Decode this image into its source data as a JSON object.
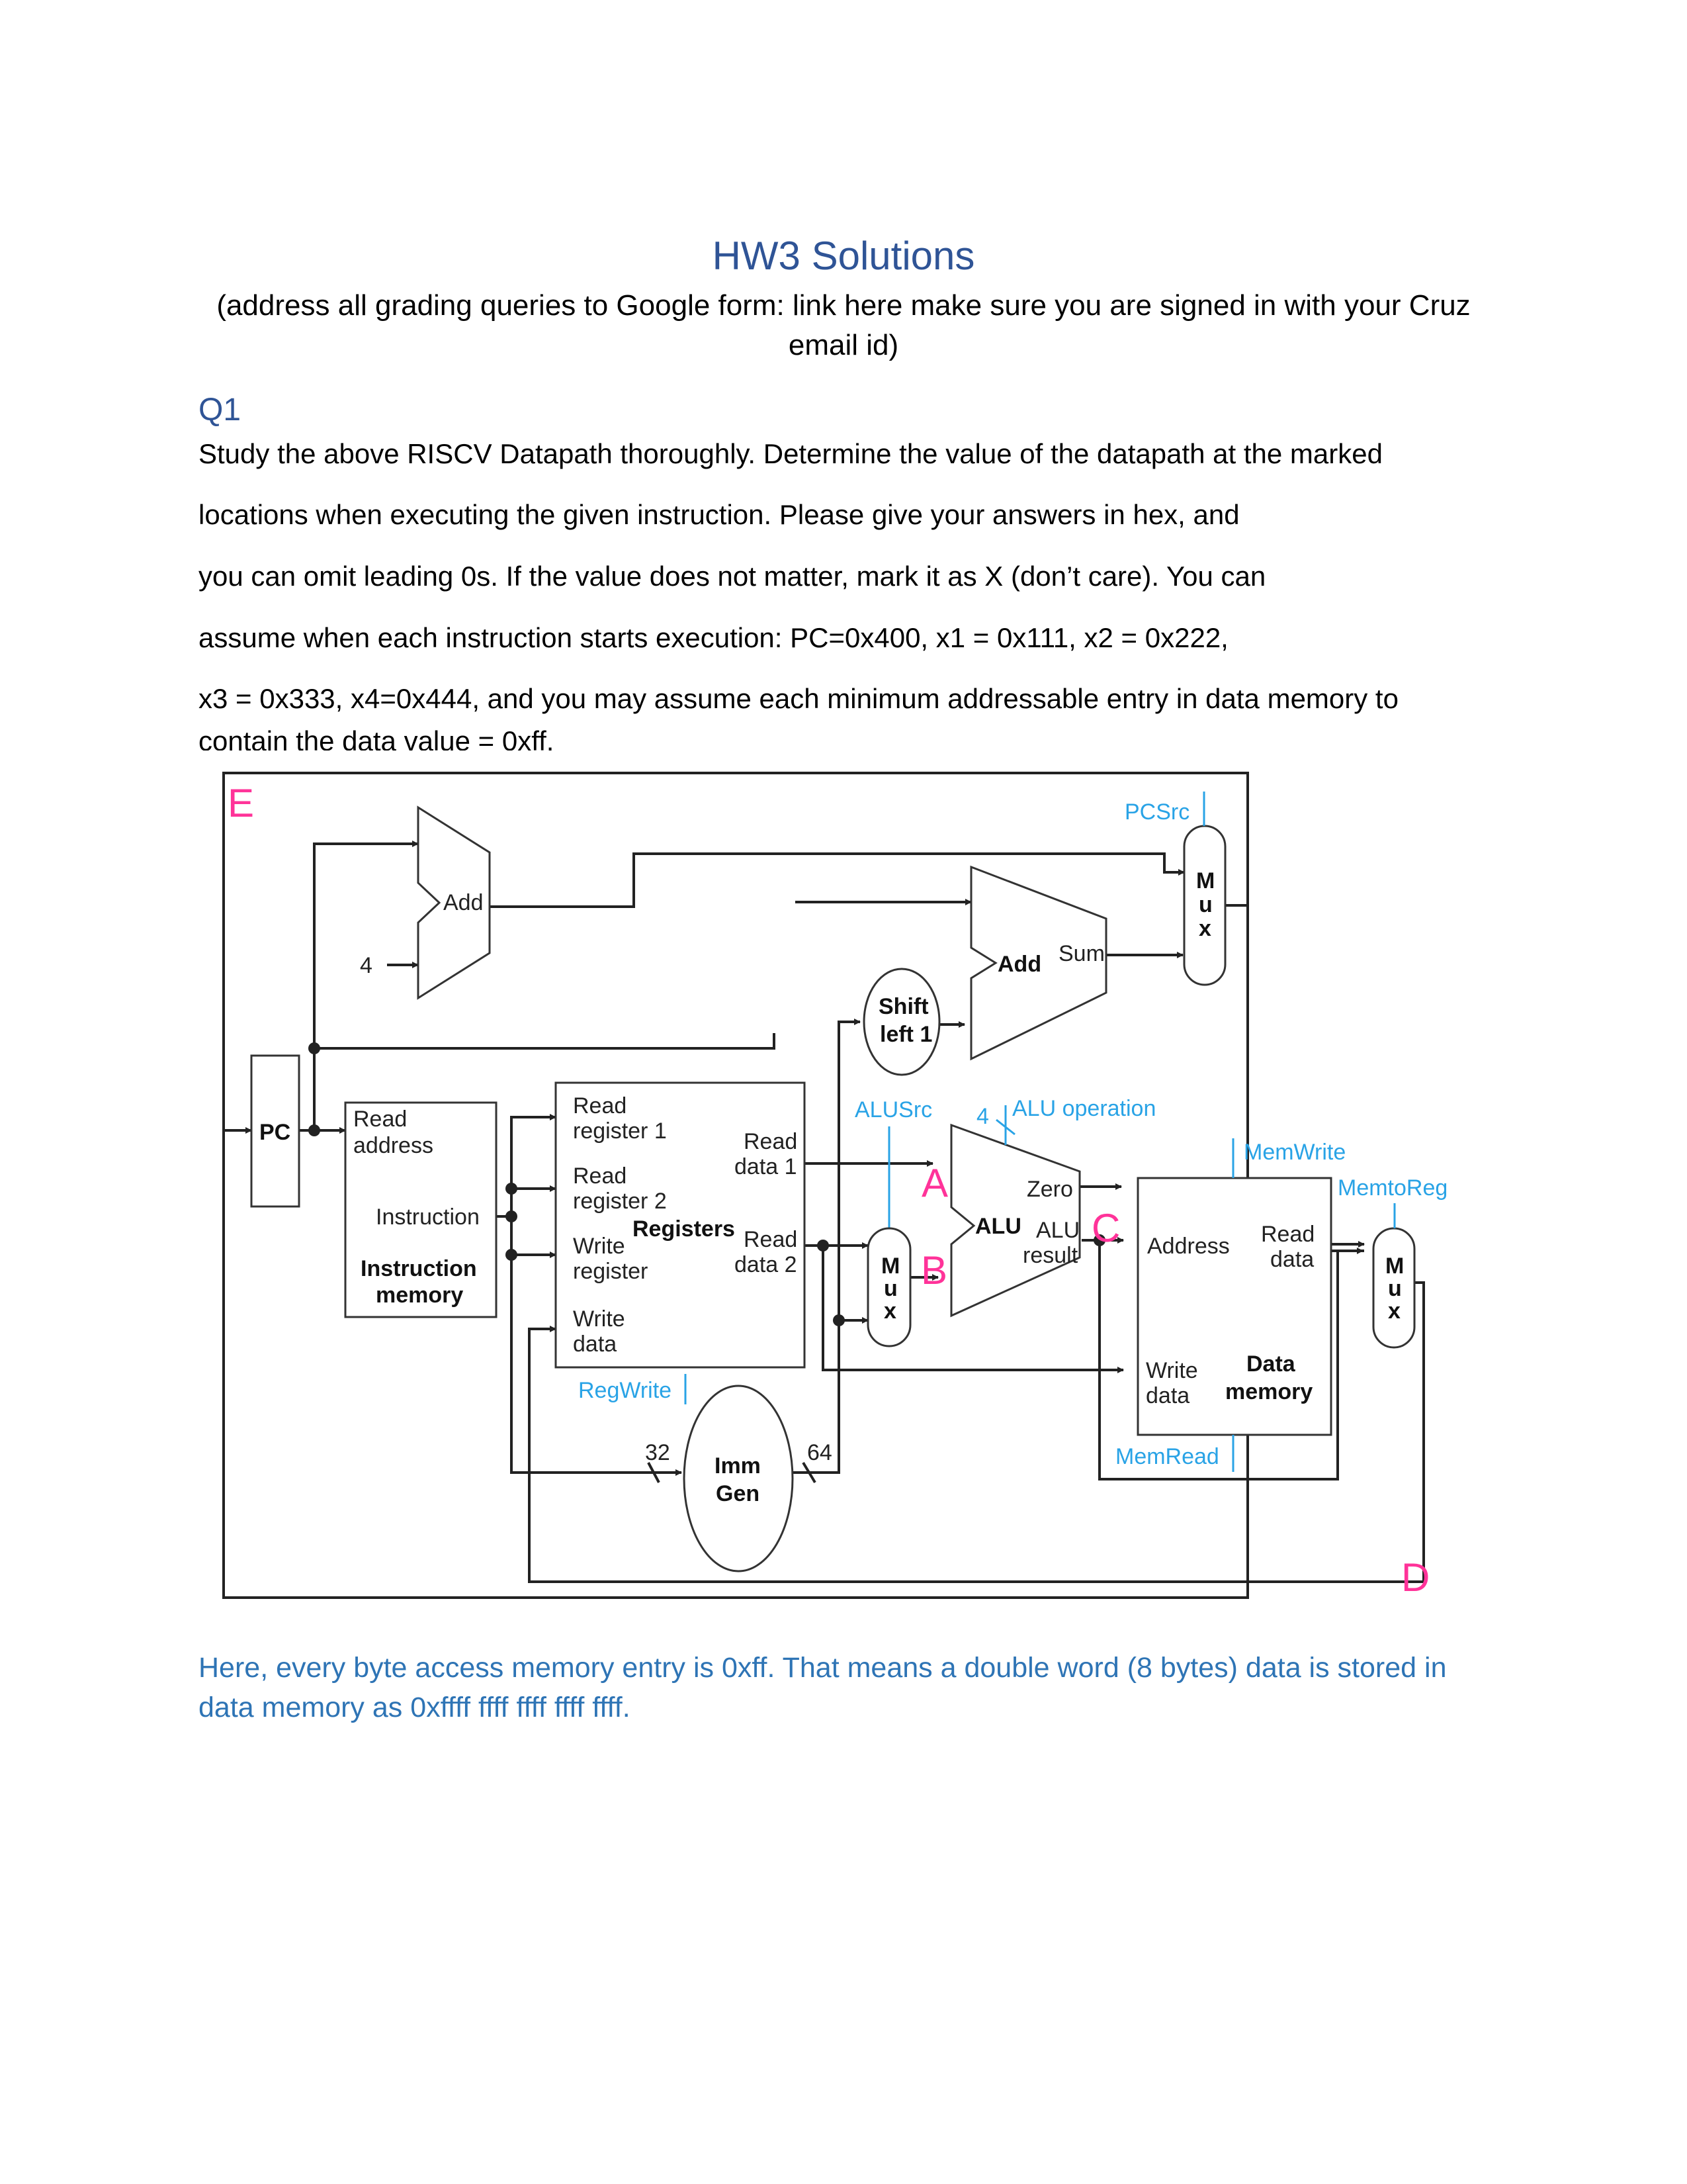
{
  "title": "HW3 Solutions",
  "subtitle": "(address all grading queries to Google form: link here make sure you are signed in with your Cruz email id)",
  "q1_heading": "Q1",
  "q1_lines": [
    "Study the above RISCV Datapath thoroughly. Determine the value of the datapath at the marked",
    "locations when executing the given instruction. Please give your answers in hex, and",
    "you can omit leading 0s. If the value does not matter, mark it as X (don’t care). You can",
    "assume when each instruction starts execution: PC=0x400, x1 = 0x111, x2 = 0x222,",
    "x3 = 0x333, x4=0x444, and you may assume each minimum addressable entry in data memory to",
    "contain the data value = 0xff."
  ],
  "diagram": {
    "markers": {
      "A": "A",
      "B": "B",
      "C": "C",
      "D": "D",
      "E": "E"
    },
    "labels": {
      "pc": "PC",
      "add_top": "Add",
      "four": "4",
      "read_address_1": "Read",
      "read_address_2": "address",
      "instruction": "Instruction",
      "imem_1": "Instruction",
      "imem_2": "memory",
      "rr1_1": "Read",
      "rr1_2": "register 1",
      "rr2_1": "Read",
      "rr2_2": "register 2",
      "wr_1": "Write",
      "wr_2": "register",
      "wd_1": "Write",
      "wd_2": "data",
      "rd1_1": "Read",
      "rd1_2": "data 1",
      "rd2_1": "Read",
      "rd2_2": "data 2",
      "registers": "Registers",
      "imm_1": "Imm",
      "imm_2": "Gen",
      "n32": "32",
      "n64": "64",
      "shift_1": "Shift",
      "shift_2": "left 1",
      "add_branch": "Add",
      "sum": "Sum",
      "alu": "ALU",
      "zero": "Zero",
      "alu_result_1": "ALU",
      "alu_result_2": "result",
      "address": "Address",
      "read_data_1": "Read",
      "read_data_2": "data",
      "write_data_1": "Write",
      "write_data_2": "data",
      "dmem_1": "Data",
      "dmem_2": "memory",
      "mux": [
        "M",
        "u",
        "x"
      ],
      "four_alu": "4"
    },
    "control_signals": {
      "pcsrc": "PCSrc",
      "alusrc": "ALUSrc",
      "alu_operation": "ALU operation",
      "memwrite": "MemWrite",
      "memtoreg": "MemtoReg",
      "regwrite": "RegWrite",
      "memread": "MemRead"
    },
    "colors": {
      "marker": "#ff3399",
      "control": "#29a3e6",
      "wire": "#222222"
    }
  },
  "note": "Here, every byte access memory entry is 0xff. That means a double word (8 bytes) data is stored in data memory as 0xffff ffff ffff ffff ffff."
}
